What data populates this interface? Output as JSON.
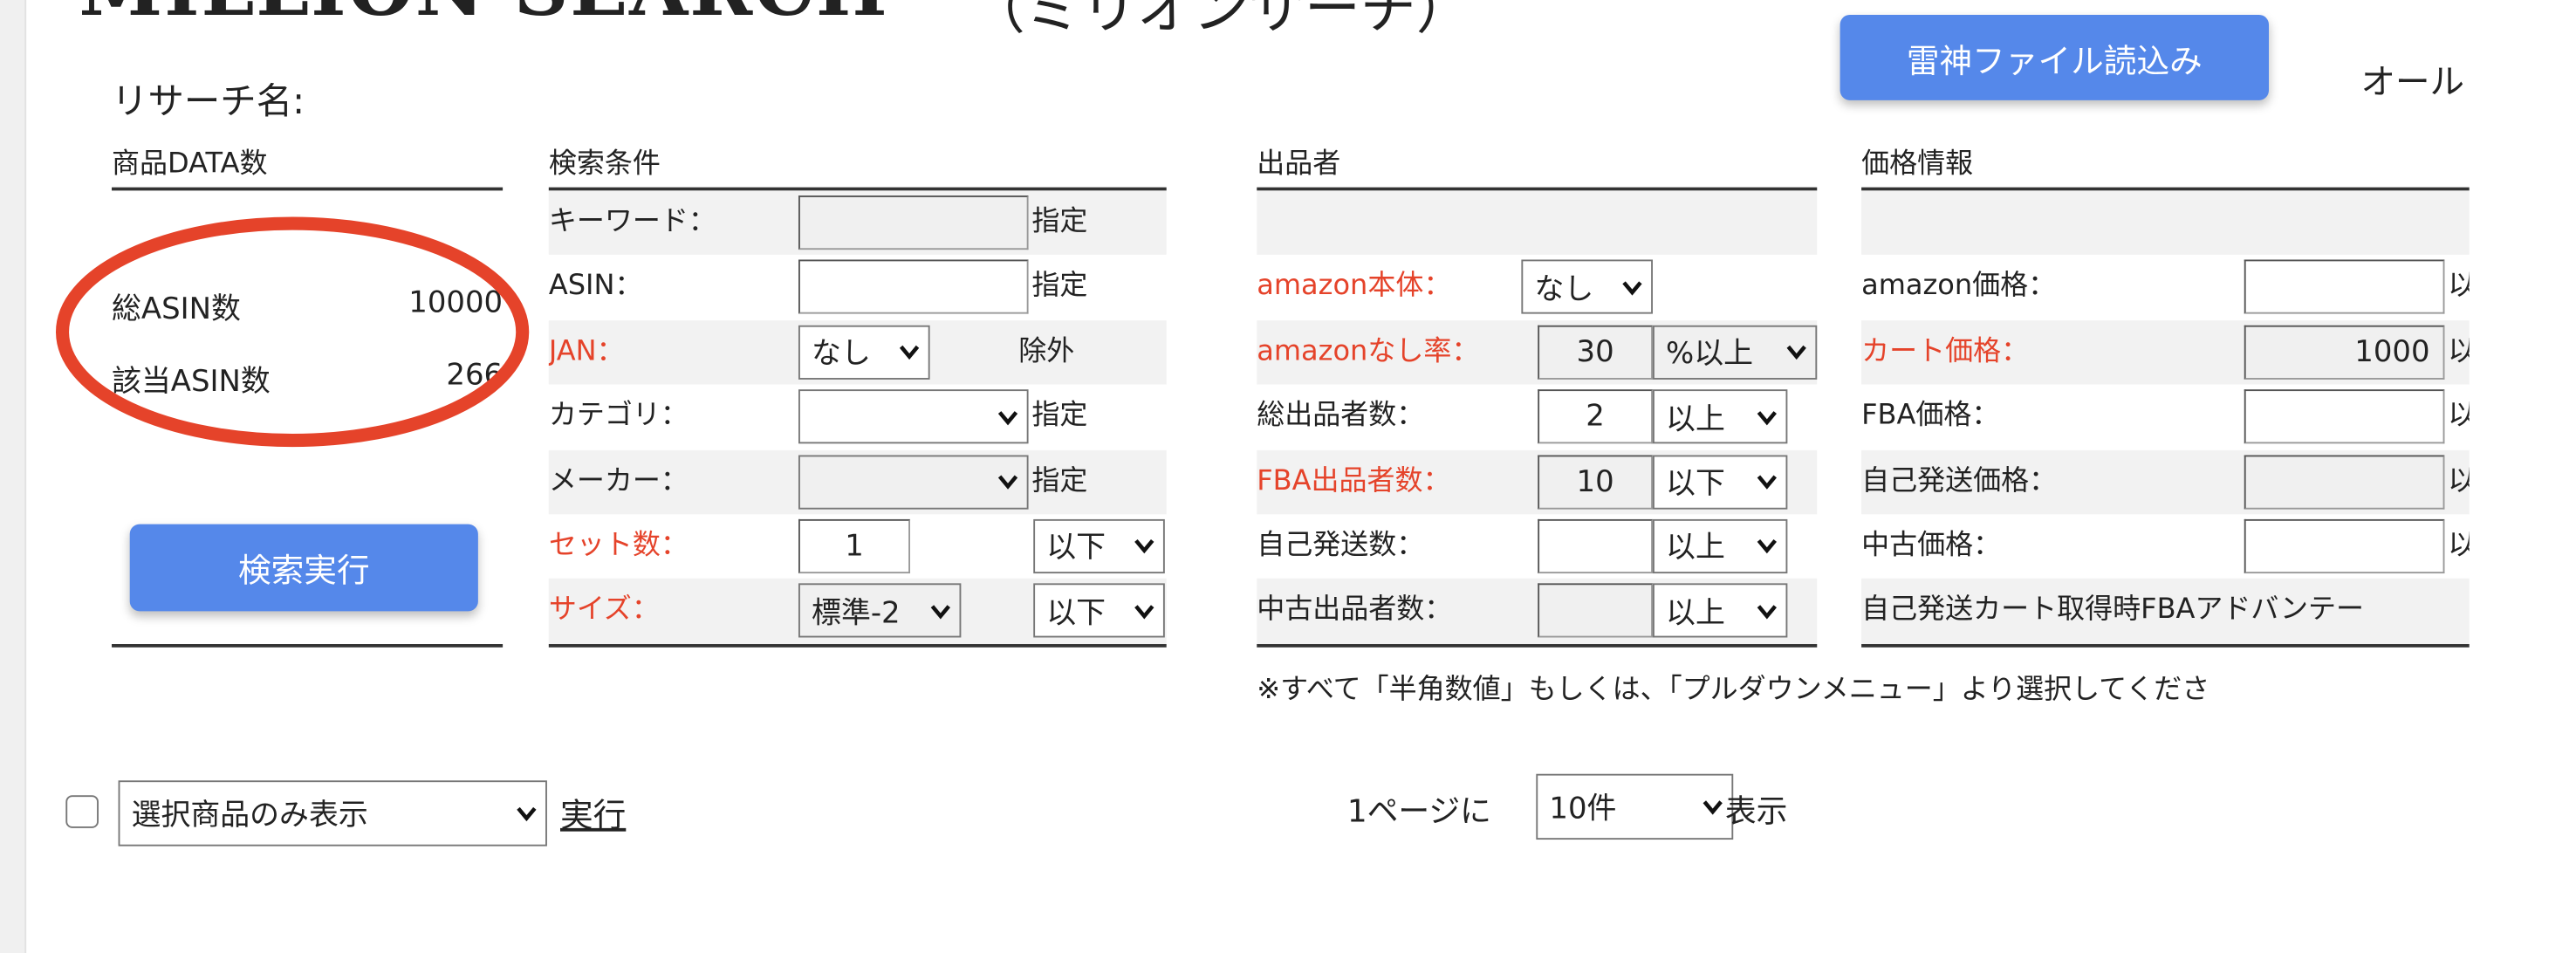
{
  "header": {
    "title": "MILLION SEARCH",
    "title_kana": "（ミリオンサーチ）",
    "research_name_label": "リサーチ名:",
    "raijin_button": "雷神ファイル読込み",
    "all_label": "オール"
  },
  "product_data": {
    "heading": "商品DATA数",
    "total_asin_label": "総ASIN数",
    "total_asin_value": "10000",
    "matched_asin_label": "該当ASIN数",
    "matched_asin_value": "266",
    "search_button": "検索実行",
    "annotation_color": "#e5432a"
  },
  "search_conditions": {
    "heading": "検索条件",
    "rows": [
      {
        "label": "キーワード：",
        "value": "",
        "suffix": "指定"
      },
      {
        "label": "ASIN：",
        "value": "",
        "suffix": "指定"
      },
      {
        "label": "JAN：",
        "highlight": true,
        "select": "なし",
        "suffix": "除外"
      },
      {
        "label": "カテゴリ：",
        "select": "",
        "suffix": "指定"
      },
      {
        "label": "メーカー：",
        "select": "",
        "suffix": "指定"
      },
      {
        "label": "セット数：",
        "highlight": true,
        "value": "1",
        "select": "以下"
      },
      {
        "label": "サイズ：",
        "highlight": true,
        "select": "標準-2",
        "select2": "以下"
      }
    ]
  },
  "sellers": {
    "heading": "出品者",
    "rows": [
      {},
      {
        "label": "amazon本体：",
        "highlight": true,
        "select": "なし"
      },
      {
        "label": "amazonなし率：",
        "highlight": true,
        "value": "30",
        "select": "%以上"
      },
      {
        "label": "総出品者数：",
        "value": "2",
        "select": "以上"
      },
      {
        "label": "FBA出品者数：",
        "highlight": true,
        "value": "10",
        "select": "以下"
      },
      {
        "label": "自己発送数：",
        "value": "",
        "select": "以上"
      },
      {
        "label": "中古出品者数：",
        "value": "",
        "select": "以上"
      }
    ]
  },
  "price_info": {
    "heading": "価格情報",
    "rows": [
      {},
      {
        "label": "amazon価格：",
        "value": "",
        "suffix": "以"
      },
      {
        "label": "カート価格：",
        "highlight": true,
        "value": "1000",
        "suffix": "以"
      },
      {
        "label": "FBA価格：",
        "value": "",
        "suffix": "以"
      },
      {
        "label": "自己発送価格：",
        "value": "",
        "suffix": "以"
      },
      {
        "label": "中古価格：",
        "value": "",
        "suffix": "以"
      },
      {
        "label": "自己発送カート取得時FBAアドバンテー"
      }
    ]
  },
  "note": "※すべて「半角数値」もしくは、「プルダウンメニュー」より選択してくださ",
  "bottom": {
    "bulk_select": "選択商品のみ表示",
    "execute_link": "実行",
    "per_page_prefix": "1ページに",
    "per_page_value": "10件",
    "per_page_suffix": "表示"
  },
  "colors": {
    "accent": "#5588ea",
    "highlight_label": "#e5432a",
    "row_gray": "#f2f2f2"
  }
}
